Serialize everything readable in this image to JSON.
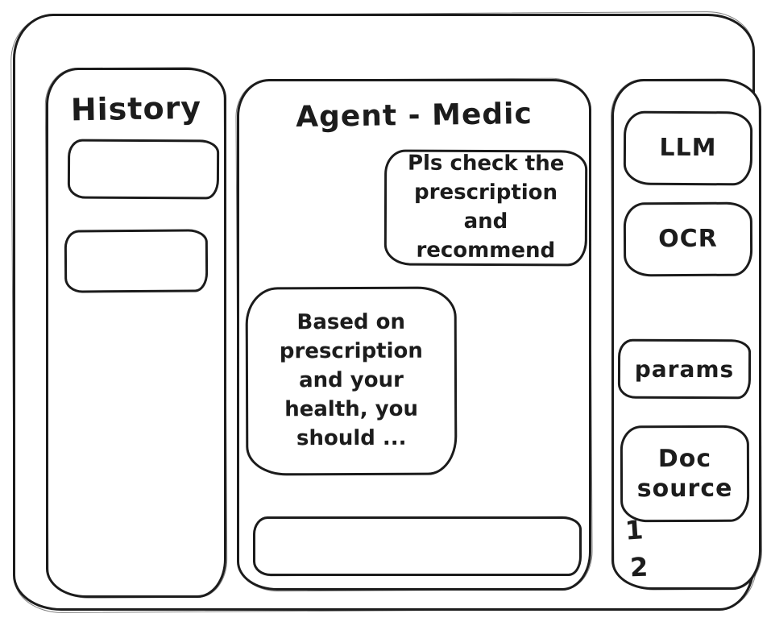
{
  "colors": {
    "ink": "#1c1c1c",
    "background": "#ffffff"
  },
  "sidebar_left": {
    "title": "History",
    "items": [
      {
        "label": ""
      },
      {
        "label": ""
      }
    ]
  },
  "chat": {
    "title": "Agent - Medic",
    "user_message": "Pls check the prescription and recommend",
    "assistant_message": "Based on prescription and your health, you should ...",
    "input_value": "",
    "input_placeholder": ""
  },
  "sidebar_right": {
    "buttons": [
      {
        "label": "LLM"
      },
      {
        "label": "OCR"
      },
      {
        "label": "params"
      },
      {
        "label": "Doc source"
      }
    ],
    "doc_list": [
      "1",
      "2"
    ]
  }
}
